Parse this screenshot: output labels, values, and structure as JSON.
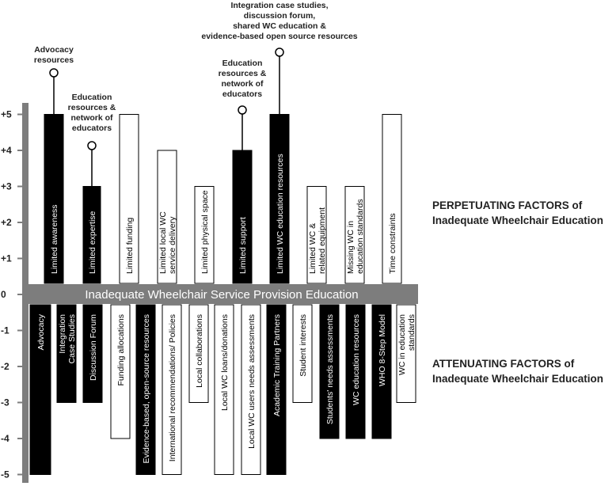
{
  "chart_data": {
    "type": "bar",
    "banner": "Inadequate Wheelchair Service Provision Education",
    "y_ticks": [
      "+5",
      "+4",
      "+3",
      "+2",
      "+1",
      "0",
      "-1",
      "-2",
      "-3",
      "-4",
      "-5"
    ],
    "ylim": [
      -5,
      5
    ],
    "perpetuating_title": [
      "PERPETUATING FACTORS of",
      "Inadequate Wheelchair Education"
    ],
    "attenuating_title": [
      "ATTENUATING FACTORS of",
      "Inadequate Wheelchair Education"
    ],
    "perpetuating": [
      {
        "label": [
          "Limited awareness"
        ],
        "value": 5,
        "filled": true
      },
      {
        "label": [
          "Limited expertise"
        ],
        "value": 3,
        "filled": true
      },
      {
        "label": [
          "Limited funding"
        ],
        "value": 5,
        "filled": false
      },
      {
        "label": [
          "Limited local WC",
          "service delivery"
        ],
        "value": 4,
        "filled": false
      },
      {
        "label": [
          "Limited physical space"
        ],
        "value": 3,
        "filled": false
      },
      {
        "label": [
          "Limited support"
        ],
        "value": 4,
        "filled": true
      },
      {
        "label": [
          "Limited WC education resources"
        ],
        "value": 5,
        "filled": true
      },
      {
        "label": [
          "Limited WC &",
          "related equipment"
        ],
        "value": 3,
        "filled": false
      },
      {
        "label": [
          "Missing WC in",
          "education standards"
        ],
        "value": 3,
        "filled": false
      },
      {
        "label": [
          "Time constraints"
        ],
        "value": 5,
        "filled": false
      }
    ],
    "attenuating": [
      {
        "label": [
          "Advocacy"
        ],
        "value": -5,
        "filled": true
      },
      {
        "label": [
          "Integration",
          "Case Studies"
        ],
        "value": -3,
        "filled": true
      },
      {
        "label": [
          "Discussion Forum"
        ],
        "value": -3,
        "filled": true
      },
      {
        "label": [
          "Funding allocations"
        ],
        "value": -4,
        "filled": false
      },
      {
        "label": [
          "Evidence-based, open-source resources"
        ],
        "value": -5,
        "filled": true
      },
      {
        "label": [
          "International recommendations/ Policies"
        ],
        "value": -5,
        "filled": false
      },
      {
        "label": [
          "Local collaborations"
        ],
        "value": -3,
        "filled": false
      },
      {
        "label": [
          "Local WC loans/donations"
        ],
        "value": -5,
        "filled": false
      },
      {
        "label": [
          "Local WC users needs assessments"
        ],
        "value": -5,
        "filled": false
      },
      {
        "label": [
          "Academic Training Partners"
        ],
        "value": -5,
        "filled": true
      },
      {
        "label": [
          "Student interests"
        ],
        "value": -3,
        "filled": false
      },
      {
        "label": [
          "Students' needs assessments"
        ],
        "value": -4,
        "filled": true
      },
      {
        "label": [
          "WC education resources"
        ],
        "value": -4,
        "filled": true
      },
      {
        "label": [
          "WHO 8-Step Model"
        ],
        "value": -4,
        "filled": true
      },
      {
        "label": [
          "WC in education",
          "standards"
        ],
        "value": -3,
        "filled": false
      }
    ],
    "annotations": [
      {
        "bar": 0,
        "text": [
          "Advocacy",
          "resources"
        ]
      },
      {
        "bar": 1,
        "text": [
          "Education",
          "resources &",
          "network of",
          "educators"
        ]
      },
      {
        "bar": 5,
        "text": [
          "Education",
          "resources &",
          "network of",
          "educators"
        ]
      },
      {
        "bar": 6,
        "text": [
          "Integration case studies,",
          "discussion forum,",
          "shared WC education &",
          "evidence-based open source resources"
        ]
      }
    ]
  }
}
